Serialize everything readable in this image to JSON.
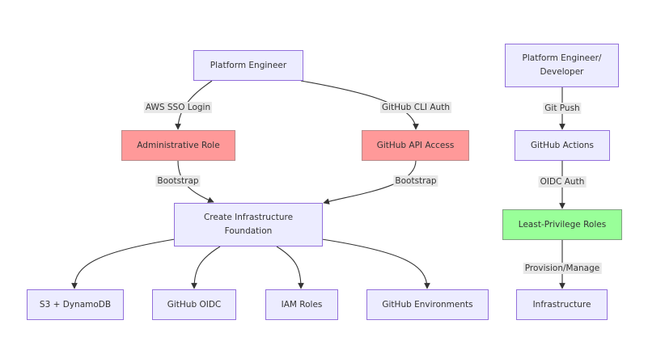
{
  "nodes": {
    "platform_engineer": "Platform Engineer",
    "admin_role": "Administrative Role",
    "github_api_access": "GitHub API Access",
    "create_foundation": "Create Infrastructure\nFoundation",
    "s3_dynamodb": "S3 + DynamoDB",
    "github_oidc": "GitHub OIDC",
    "iam_roles": "IAM Roles",
    "github_environments": "GitHub Environments",
    "platform_engineer_dev": "Platform Engineer/\nDeveloper",
    "github_actions": "GitHub Actions",
    "least_privilege_roles": "Least-Privilege Roles",
    "infrastructure": "Infrastructure"
  },
  "edges": {
    "aws_sso_login": "AWS SSO Login",
    "github_cli_auth": "GitHub CLI Auth",
    "bootstrap_left": "Bootstrap",
    "bootstrap_right": "Bootstrap",
    "git_push": "Git Push",
    "oidc_auth": "OIDC Auth",
    "provision_manage": "Provision/Manage"
  },
  "colors": {
    "node_fill": "#ECECFF",
    "node_border": "#9370DB",
    "highlight_red": "#FF9999",
    "highlight_green": "#99FF99",
    "edge_stroke": "#333333",
    "edge_label_bg": "#e8e8e8"
  }
}
